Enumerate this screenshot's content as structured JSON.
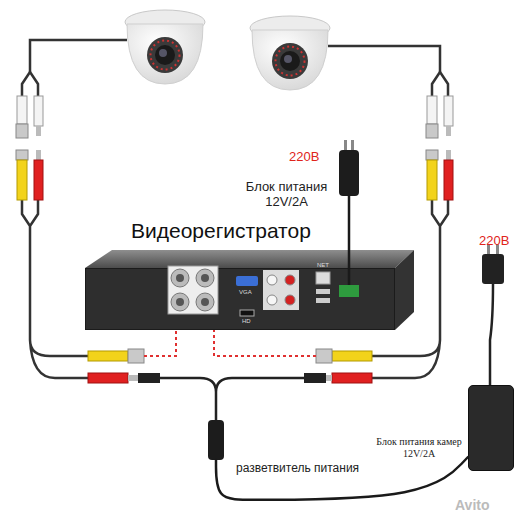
{
  "diagram": {
    "nodes": [
      {
        "text": [
          "Видеорегистратор"
        ]
      },
      {
        "text": [
          "220В",
          "Блок питания 12V/2A"
        ]
      },
      {
        "text": [
          "220В",
          "Блок питания камер 12V/2A"
        ]
      },
      {
        "text": [
          "разветвитель питания"
        ]
      }
    ],
    "edges": [
      {
        "from": 1,
        "to": 0,
        "arrow": "none"
      },
      {
        "from": 2,
        "to": 3,
        "arrow": "none"
      }
    ],
    "labels": [
      "VGA",
      "HD",
      "NET",
      "Avito"
    ]
  }
}
